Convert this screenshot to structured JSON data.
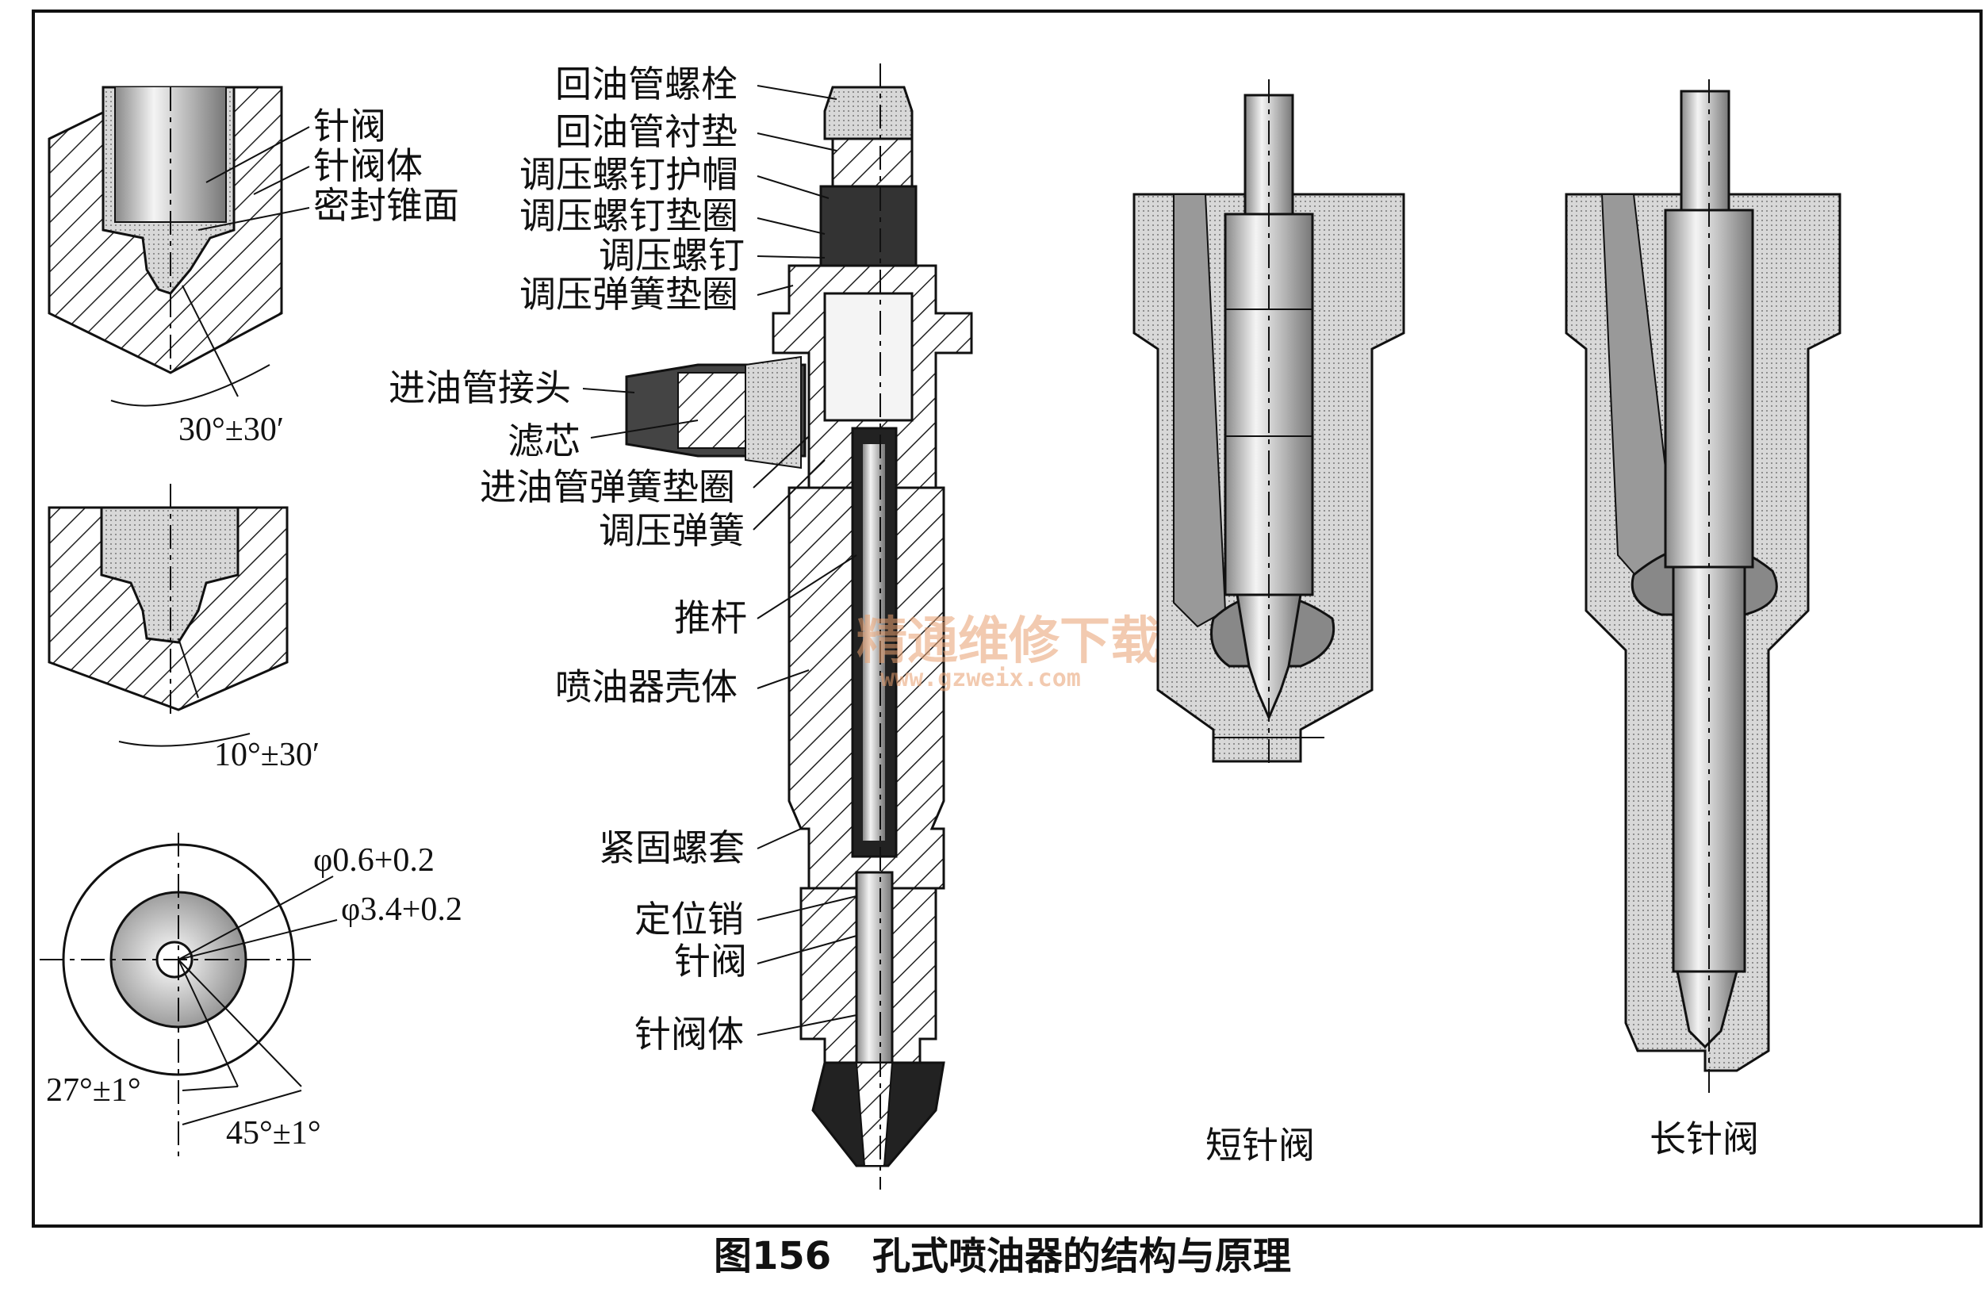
{
  "labels": {
    "top_needle": "针阀",
    "top_body": "针阀体",
    "top_seal": "密封锥面",
    "angle1": "30°±30′",
    "angle2": "10°±30′",
    "dia1": "φ0.6+0.2",
    "dia2": "φ3.4+0.2",
    "angle3": "27°±1°",
    "angle4": "45°±1°",
    "c1": "回油管螺栓",
    "c2": "回油管衬垫",
    "c3": "调压螺钉护帽",
    "c4": "调压螺钉垫圈",
    "c5": "调压螺钉",
    "c6": "调压弹簧垫圈",
    "c7": "进油管接头",
    "c8": "滤芯",
    "c9": "进油管弹簧垫圈",
    "c10": "调压弹簧",
    "c11": "推杆",
    "c12": "喷油器壳体",
    "c13": "紧固螺套",
    "c14": "定位销",
    "c15": "针阀",
    "c16": "针阀体",
    "short_valve": "短针阀",
    "long_valve": "长针阀"
  },
  "watermark": {
    "text": "精通维修下载",
    "url": "www.gzweix.com"
  },
  "caption": {
    "fig": "图156",
    "title": "孔式喷油器的结构与原理"
  }
}
